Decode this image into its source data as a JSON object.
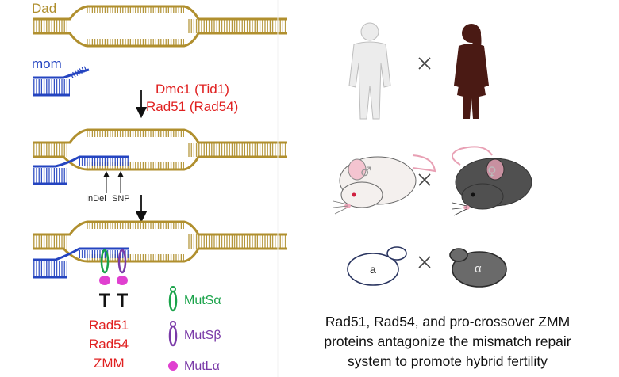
{
  "labels": {
    "dad": "Dad",
    "mom": "mom",
    "step1_line1": "Dmc1 (Tid1)",
    "step1_line2": "Rad51 (Rad54)",
    "indel": "InDel",
    "snp": "SNP",
    "factors": [
      "Rad51",
      "Rad54",
      "ZMM"
    ],
    "yeast_a": "a",
    "yeast_alpha": "α",
    "times": "×"
  },
  "legend": [
    {
      "name": "MutSα",
      "color": "#1aa34a",
      "shape": "ring"
    },
    {
      "name": "MutSβ",
      "color": "#7a3aa8",
      "shape": "ring"
    },
    {
      "name": "MutLα",
      "color": "#e040d0",
      "shape": "dot"
    }
  ],
  "caption": [
    "Rad51, Rad54, and pro-crossover ZMM",
    "proteins antagonize the mismatch repair",
    "system to promote hybrid fertility"
  ],
  "colors": {
    "dad": "#b08f2e",
    "mom": "#2444c0",
    "red": "#e02020",
    "human_female": "#4a1a14",
    "human_male": "#ececec",
    "mouse_female": "#505050"
  }
}
